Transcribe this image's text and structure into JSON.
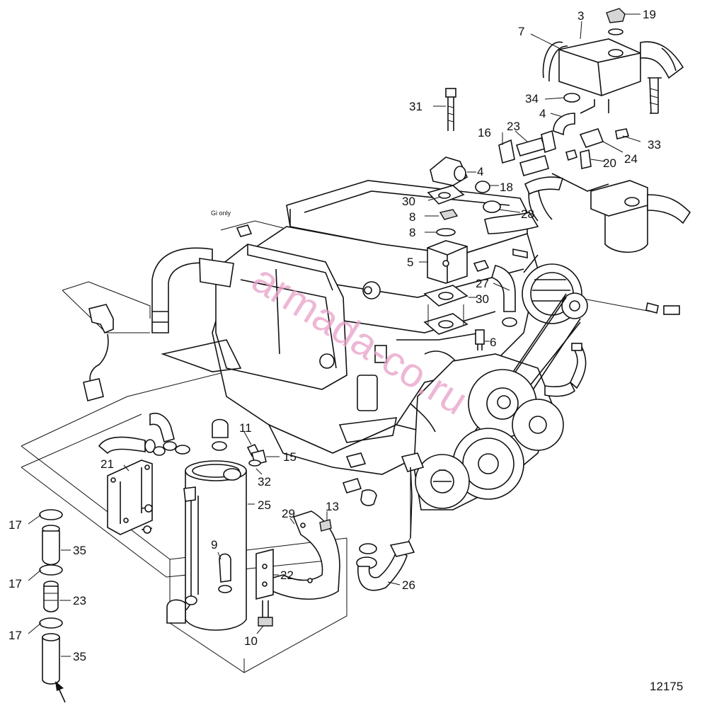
{
  "diagram": {
    "figure_number": "12175",
    "watermark": "armada-co.ru",
    "note": "Gi only",
    "callouts": [
      {
        "id": "c19",
        "label": "19"
      },
      {
        "id": "c3",
        "label": "3"
      },
      {
        "id": "c7",
        "label": "7"
      },
      {
        "id": "c31",
        "label": "31"
      },
      {
        "id": "c34",
        "label": "34"
      },
      {
        "id": "c4a",
        "label": "4"
      },
      {
        "id": "c16",
        "label": "16"
      },
      {
        "id": "c23a",
        "label": "23"
      },
      {
        "id": "c33",
        "label": "33"
      },
      {
        "id": "c24",
        "label": "24"
      },
      {
        "id": "c20",
        "label": "20"
      },
      {
        "id": "c4b",
        "label": "4"
      },
      {
        "id": "c18",
        "label": "18"
      },
      {
        "id": "c30a",
        "label": "30"
      },
      {
        "id": "c28",
        "label": "28"
      },
      {
        "id": "c8a",
        "label": "8"
      },
      {
        "id": "c8b",
        "label": "8"
      },
      {
        "id": "c5",
        "label": "5"
      },
      {
        "id": "c27",
        "label": "27"
      },
      {
        "id": "c30b",
        "label": "30"
      },
      {
        "id": "c6",
        "label": "6"
      },
      {
        "id": "c11",
        "label": "11"
      },
      {
        "id": "c15",
        "label": "15"
      },
      {
        "id": "c32",
        "label": "32"
      },
      {
        "id": "c21",
        "label": "21"
      },
      {
        "id": "c25",
        "label": "25"
      },
      {
        "id": "c17a",
        "label": "17"
      },
      {
        "id": "c35a",
        "label": "35"
      },
      {
        "id": "c29",
        "label": "29"
      },
      {
        "id": "c13",
        "label": "13"
      },
      {
        "id": "c9",
        "label": "9"
      },
      {
        "id": "c17b",
        "label": "17"
      },
      {
        "id": "c22",
        "label": "22"
      },
      {
        "id": "c23b",
        "label": "23"
      },
      {
        "id": "c26",
        "label": "26"
      },
      {
        "id": "c17c",
        "label": "17"
      },
      {
        "id": "c10",
        "label": "10"
      },
      {
        "id": "c35b",
        "label": "35"
      }
    ]
  }
}
